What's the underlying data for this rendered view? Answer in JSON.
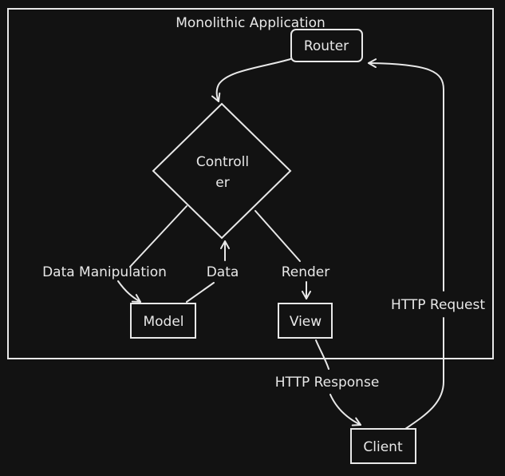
{
  "diagram": {
    "container": {
      "title": "Monolithic Application"
    },
    "nodes": {
      "router": {
        "label": "Router"
      },
      "controller": {
        "label_line1": "Controll",
        "label_line2": "er"
      },
      "model": {
        "label": "Model"
      },
      "view": {
        "label": "View"
      },
      "client": {
        "label": "Client"
      }
    },
    "edges": {
      "data_manipulation": {
        "label": "Data Manipulation"
      },
      "data": {
        "label": "Data"
      },
      "render": {
        "label": "Render"
      },
      "http_response": {
        "label": "HTTP Response"
      },
      "http_request": {
        "label": "HTTP Request"
      }
    },
    "colors": {
      "background": "#121212",
      "stroke": "#e8e8e8"
    }
  }
}
